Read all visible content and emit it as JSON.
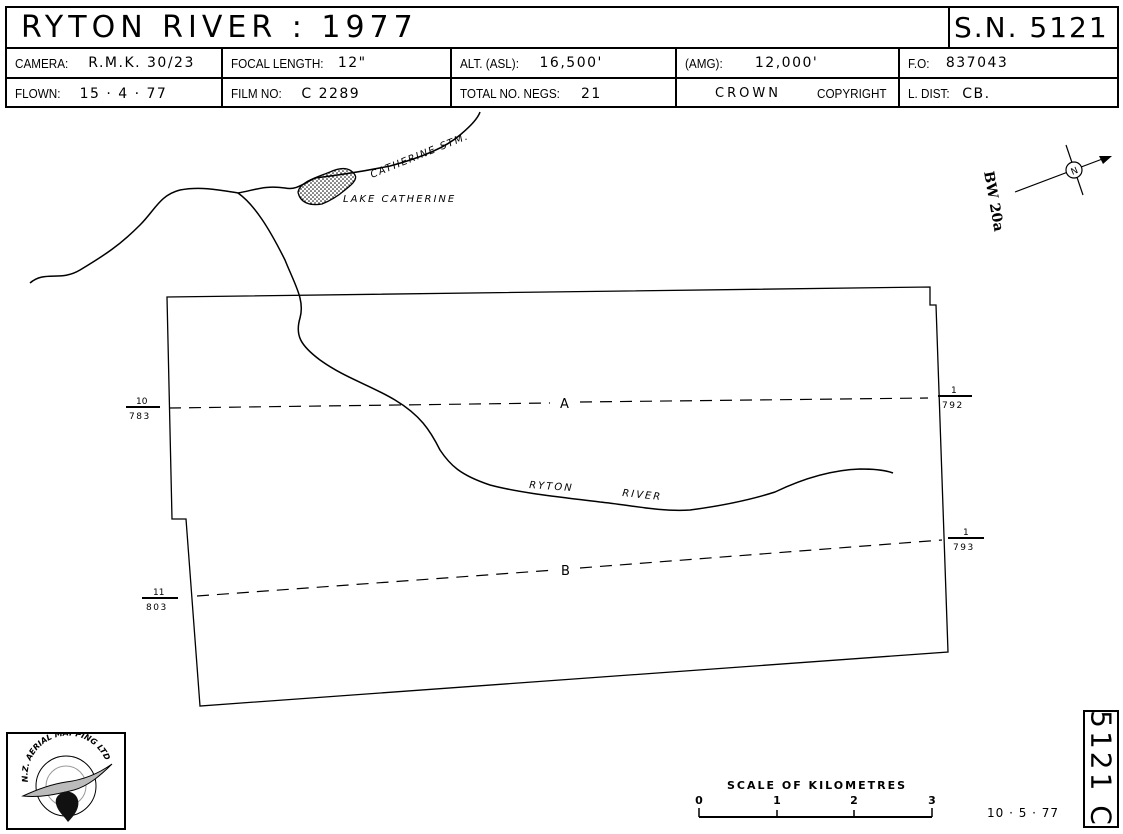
{
  "header": {
    "title": "RYTON RIVER : 1977",
    "sn": "S.N. 5121 C",
    "row2": {
      "camera_label": "CAMERA:",
      "camera_value": "R.M.K. 30/23",
      "focal_label": "FOCAL LENGTH:",
      "focal_value": "12\"",
      "alt_label": "ALT. (ASL):",
      "alt_value": "16,500'",
      "amg_label": "(AMG):",
      "amg_value": "12,000'",
      "fo_label": "F.O:",
      "fo_value": "837043"
    },
    "row3": {
      "flown_label": "FLOWN:",
      "flown_value": "15 · 4 · 77",
      "film_label": "FILM NO:",
      "film_value": "C 2289",
      "negs_label": "TOTAL NO. NEGS:",
      "negs_value": "21",
      "crown": "CROWN",
      "copyright": "COPYRIGHT",
      "ldist_label": "L. DIST:",
      "ldist_value": "CB."
    }
  },
  "map": {
    "lake_label": "LAKE CATHERINE",
    "stream_label": "CATHERINE STM.",
    "river_label_1": "RYTON",
    "river_label_2": "RIVER",
    "run_a": "A",
    "run_b": "B",
    "a_left_top": "10",
    "a_left_bottom": "783",
    "a_right_top": "1",
    "a_right_bottom": "792",
    "b_left_top": "11",
    "b_left_bottom": "803",
    "b_right_top": "1",
    "b_right_bottom": "793",
    "north_symbol": "N",
    "sheet_ref": "BW 20a"
  },
  "scale": {
    "title": "SCALE OF KILOMETRES",
    "ticks": [
      "0",
      "1",
      "2",
      "3"
    ]
  },
  "footer": {
    "date": "10 · 5 · 77",
    "side_code": "5121 C",
    "logo_text": "N.Z. AERIAL MAPPING LTD"
  }
}
